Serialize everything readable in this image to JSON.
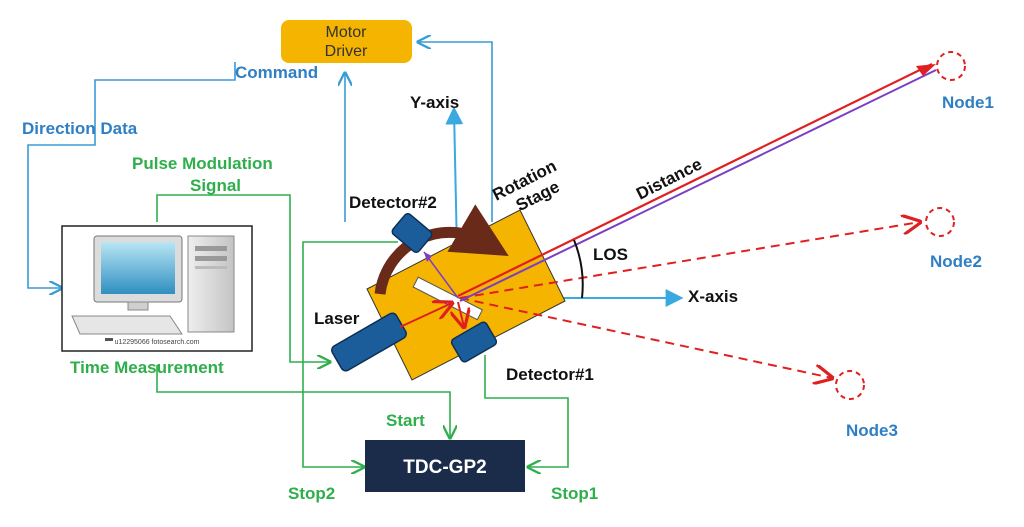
{
  "motor_driver": {
    "line1": "Motor",
    "line2": "Driver"
  },
  "labels": {
    "command": "Command",
    "direction_data": "Direction Data",
    "pulse_modulation_1": "Pulse Modulation",
    "pulse_modulation_2": "Signal",
    "time_measurement": "Time Measurement",
    "y_axis": "Y-axis",
    "x_axis": "X-axis",
    "rotation_stage_1": "Rotation",
    "rotation_stage_2": "Stage",
    "distance": "Distance",
    "los": "LOS",
    "detector2": "Detector#2",
    "detector1": "Detector#1",
    "laser": "Laser",
    "start": "Start",
    "stop1": "Stop1",
    "stop2": "Stop2",
    "tdc": "TDC-GP2",
    "watermark": "u12295066 fotosearch.com"
  },
  "nodes": [
    "Node1",
    "Node2",
    "Node3"
  ],
  "colors": {
    "blue": "#3a9bd9",
    "green": "#2fae4c",
    "red": "#e02020",
    "purple": "#7b3fc4",
    "stage": "#f5b400",
    "navy": "#1b3a5e",
    "tdc": "#1a2c4a"
  }
}
